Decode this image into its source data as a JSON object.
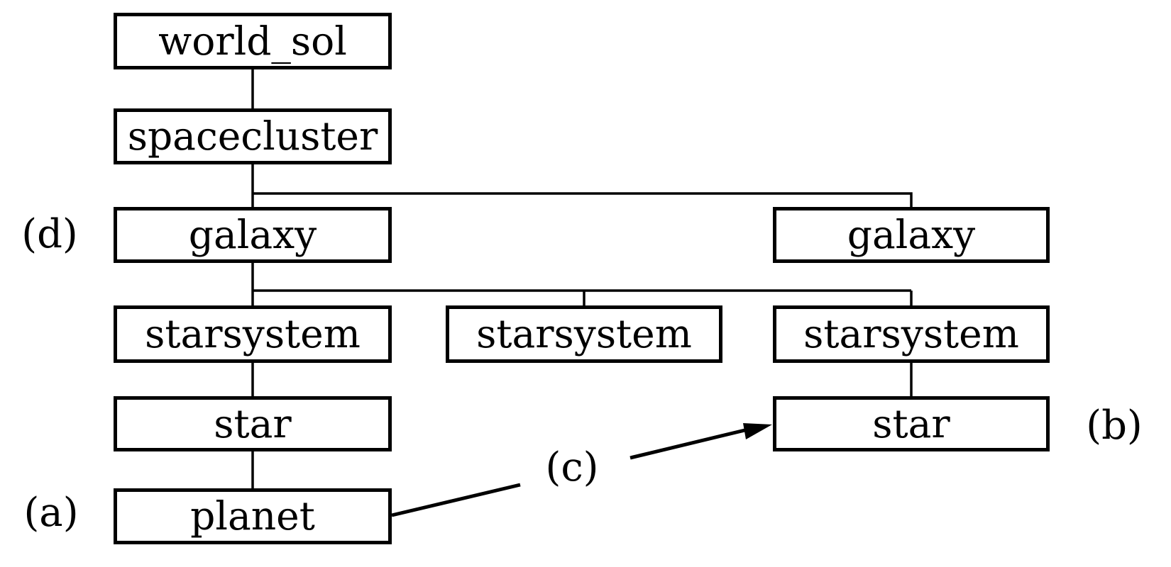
{
  "diagram": {
    "title_hint": "object hierarchy tree",
    "colors": {
      "background": "#ffffff",
      "line": "#000000",
      "box_fill": "#ffffff",
      "text": "#000000"
    },
    "nodes": {
      "world_sol": {
        "label": "world_sol"
      },
      "spacecluster": {
        "label": "spacecluster"
      },
      "galaxy_left": {
        "label": "galaxy"
      },
      "galaxy_right": {
        "label": "galaxy"
      },
      "starsystem_1": {
        "label": "starsystem"
      },
      "starsystem_2": {
        "label": "starsystem"
      },
      "starsystem_3": {
        "label": "starsystem"
      },
      "star_left": {
        "label": "star"
      },
      "star_right": {
        "label": "star"
      },
      "planet": {
        "label": "planet"
      }
    },
    "annotations": {
      "a": {
        "label": "(a)"
      },
      "b": {
        "label": "(b)"
      },
      "c": {
        "label": "(c)"
      },
      "d": {
        "label": "(d)"
      }
    },
    "edges": [
      {
        "from": "world_sol",
        "to": "spacecluster",
        "type": "tree"
      },
      {
        "from": "spacecluster",
        "to": "galaxy_left",
        "type": "tree"
      },
      {
        "from": "spacecluster",
        "to": "galaxy_right",
        "type": "tree"
      },
      {
        "from": "galaxy_left",
        "to": "starsystem_1",
        "type": "tree"
      },
      {
        "from": "galaxy_left",
        "to": "starsystem_2",
        "type": "tree"
      },
      {
        "from": "galaxy_left",
        "to": "starsystem_3",
        "type": "tree"
      },
      {
        "from": "starsystem_1",
        "to": "star_left",
        "type": "tree"
      },
      {
        "from": "starsystem_3",
        "to": "star_right",
        "type": "tree"
      },
      {
        "from": "star_left",
        "to": "planet",
        "type": "tree"
      },
      {
        "from": "planet",
        "to": "star_right",
        "type": "arrow",
        "label": "(c)"
      }
    ]
  }
}
